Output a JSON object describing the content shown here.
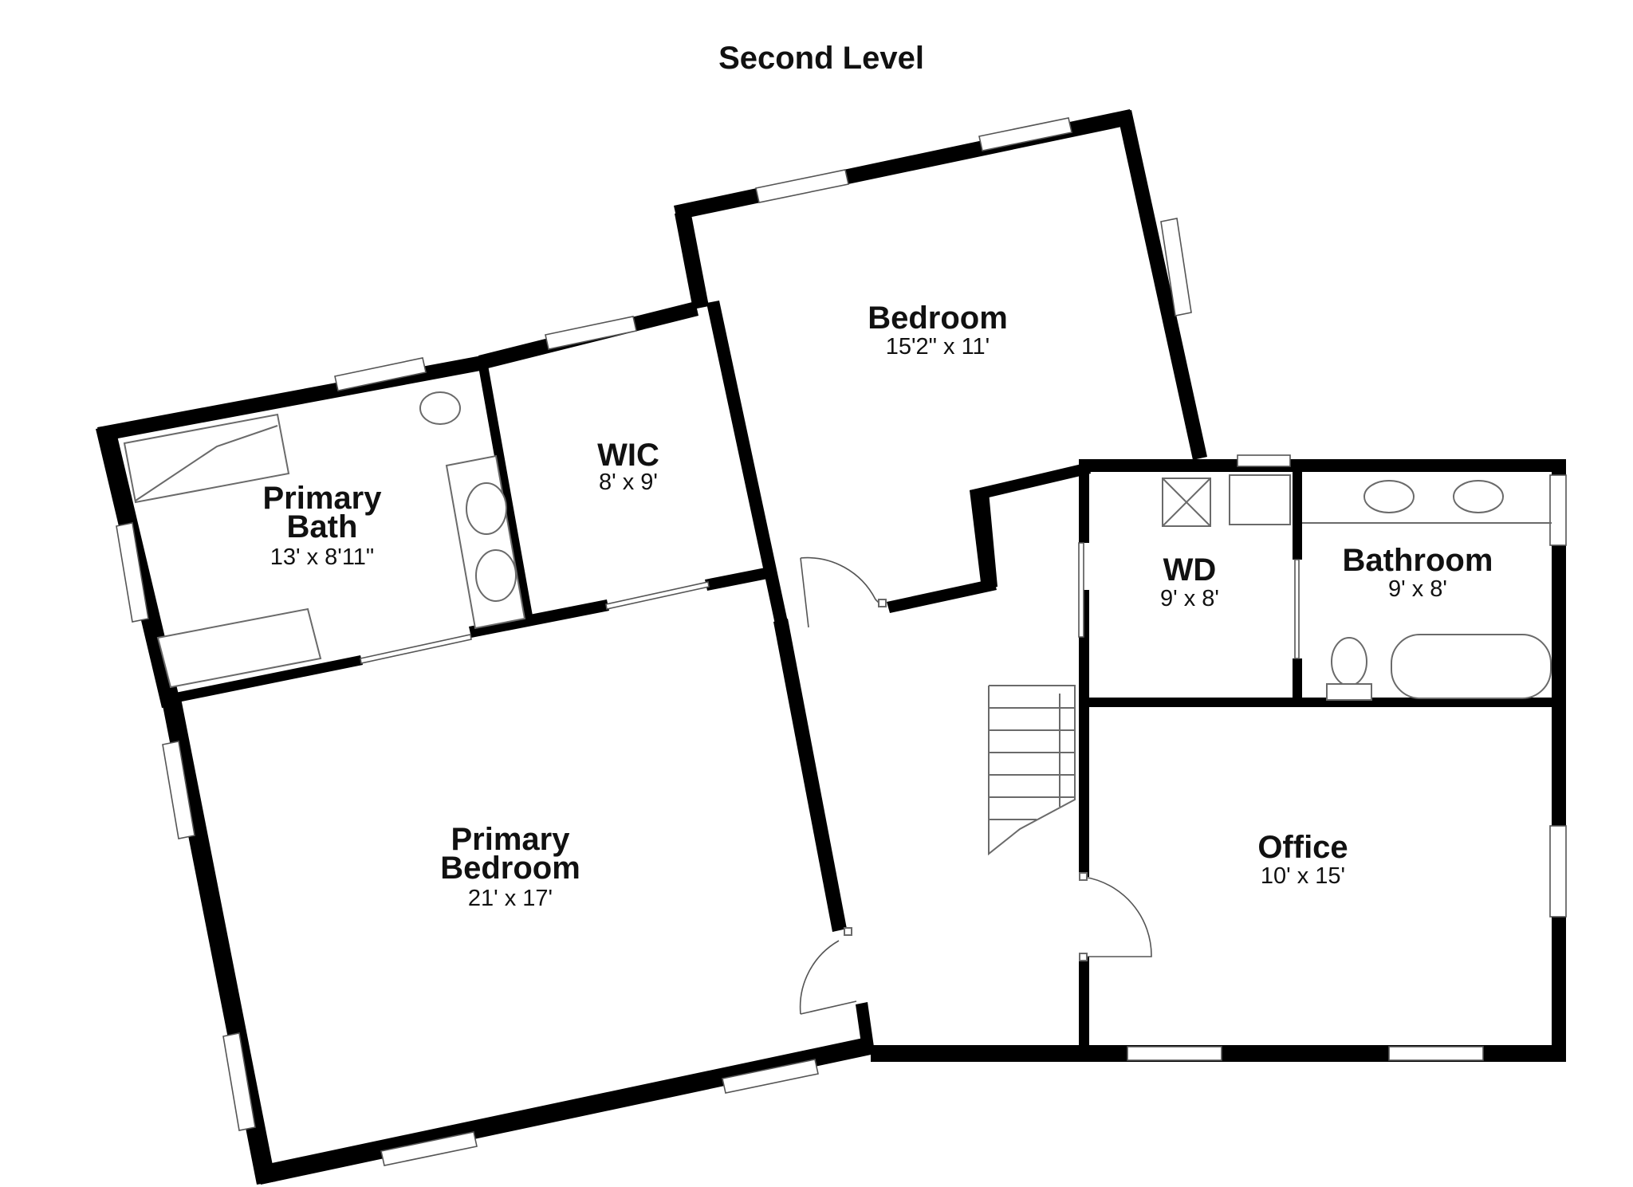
{
  "title": "Second Level",
  "rooms": {
    "bedroom": {
      "name": "Bedroom",
      "dims": "15'2\" x 11'"
    },
    "wic": {
      "name": "WIC",
      "dims": "8' x 9'"
    },
    "primary_bath": {
      "name_line1": "Primary",
      "name_line2": "Bath",
      "dims": "13' x 8'11\""
    },
    "primary_bedroom": {
      "name_line1": "Primary",
      "name_line2": "Bedroom",
      "dims": "21' x 17'"
    },
    "wd": {
      "name": "WD",
      "dims": "9' x 8'"
    },
    "bathroom": {
      "name": "Bathroom",
      "dims": "9' x 8'"
    },
    "office": {
      "name": "Office",
      "dims": "10' x 15'"
    }
  }
}
